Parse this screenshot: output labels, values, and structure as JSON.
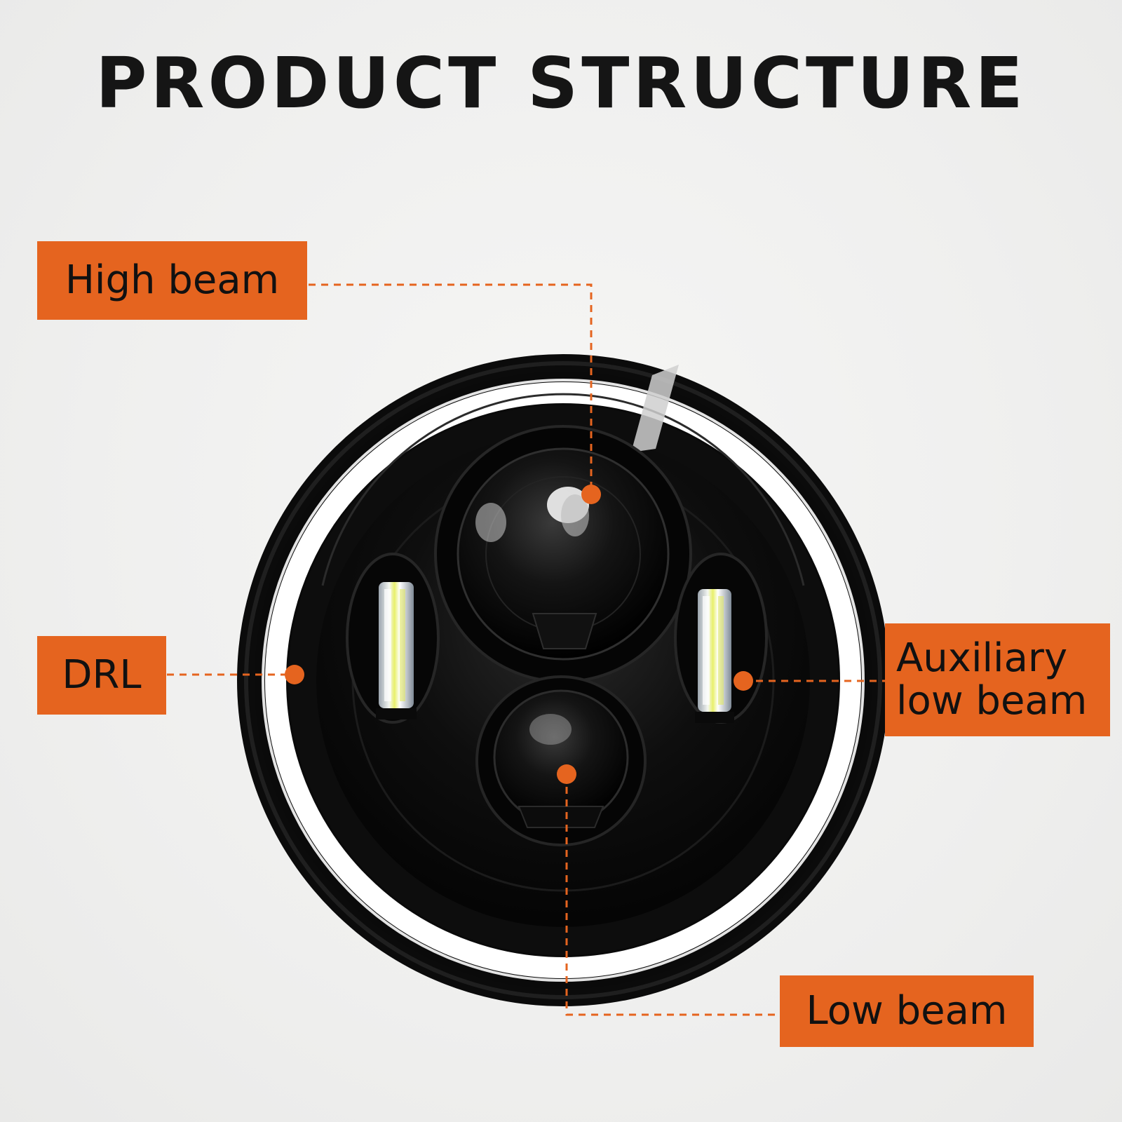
{
  "title": "PRODUCT STRUCTURE",
  "callouts": {
    "high_beam": "High beam",
    "drl": "DRL",
    "auxiliary_low_beam_line1": "Auxiliary",
    "auxiliary_low_beam_line2": "low beam",
    "low_beam": "Low beam"
  },
  "colors": {
    "accent": "#e5641f",
    "housing": "#0b0b0b",
    "halo_ring": "#ffffff",
    "background": "#f1f1f0"
  }
}
